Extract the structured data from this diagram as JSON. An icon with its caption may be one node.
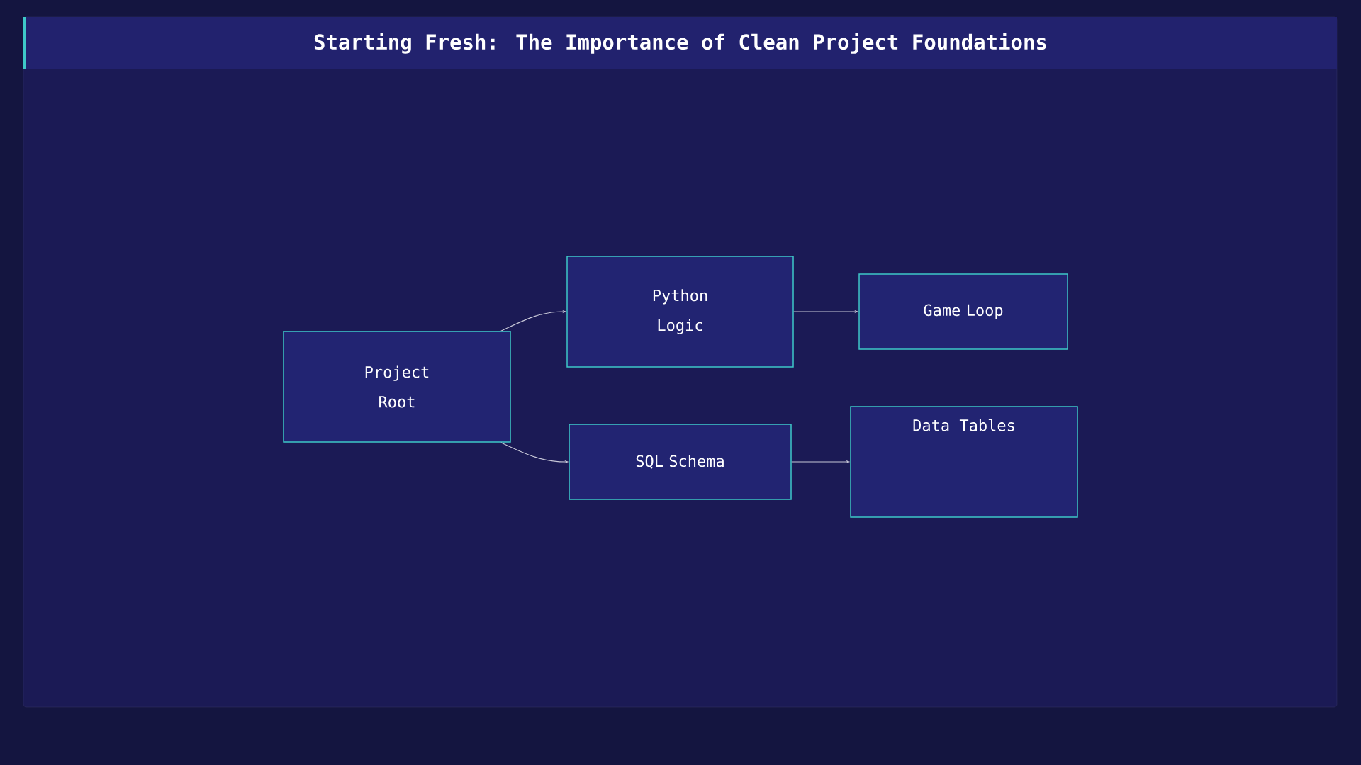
{
  "diagram": {
    "title": "Starting Fresh: The Importance of Clean Project Foundations",
    "nodes": [
      {
        "text": [
          "Project Root"
        ]
      },
      {
        "text": [
          "Python Logic"
        ]
      },
      {
        "text": [
          "Game Loop"
        ]
      },
      {
        "text": [
          "SQL Schema"
        ]
      },
      {
        "text": [
          "Data Tables"
        ]
      }
    ],
    "edges": [
      {
        "from": 0,
        "to": 1,
        "arrow": "to"
      },
      {
        "from": 0,
        "to": 3,
        "arrow": "to"
      },
      {
        "from": 1,
        "to": 2,
        "arrow": "to"
      },
      {
        "from": 3,
        "to": 4,
        "arrow": "to"
      }
    ]
  }
}
